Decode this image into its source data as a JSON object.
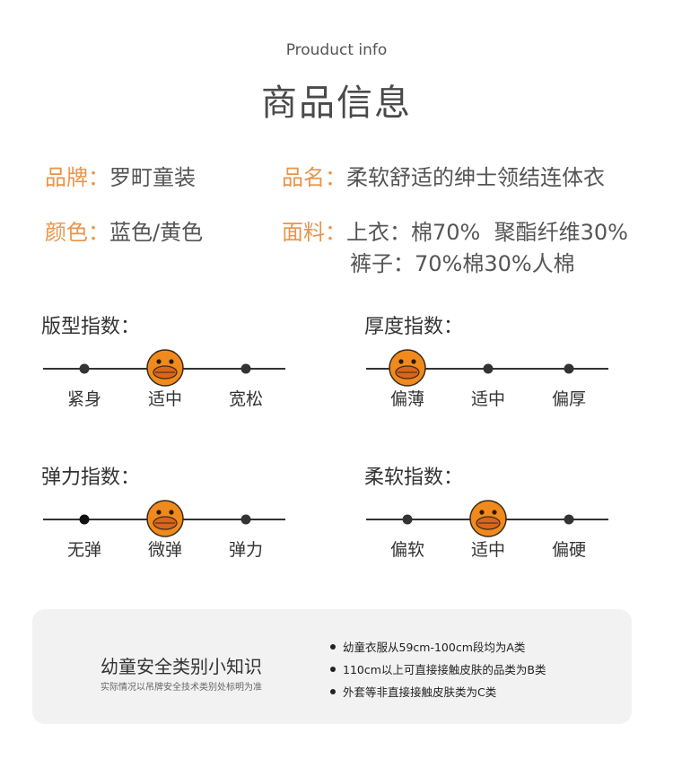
{
  "header": {
    "subtitle": "Prouduct info",
    "title": "商品信息"
  },
  "attributes": {
    "brand": {
      "label": "品牌：",
      "value": "罗町童装"
    },
    "name": {
      "label": "品名：",
      "value": "柔软舒适的绅士领结连体衣"
    },
    "color": {
      "label": "颜色：",
      "value": "蓝色/黄色"
    },
    "fabric": {
      "label": "面料：",
      "value_line1": "上衣：棉70%  聚酯纤维30%",
      "value_line2": "裤子：70%棉30%人棉"
    }
  },
  "indicators": [
    {
      "label": "版型指数：",
      "options": [
        "紧身",
        "适中",
        "宽松"
      ],
      "selected_index": 1
    },
    {
      "label": "厚度指数：",
      "options": [
        "偏薄",
        "适中",
        "偏厚"
      ],
      "selected_index": 0
    },
    {
      "label": "弹力指数：",
      "options": [
        "无弹",
        "微弹",
        "弹力"
      ],
      "selected_index": 1
    },
    {
      "label": "柔软指数：",
      "options": [
        "偏软",
        "适中",
        "偏硬"
      ],
      "selected_index": 1
    }
  ],
  "safety": {
    "title": "幼童安全类别小知识",
    "subtitle": "实际情况以吊牌安全技术类别处标明为准",
    "items": [
      "幼童衣服从59cm-100cm段均为A类",
      "110cm以上可直接接触皮肤的品类为B类",
      "外套等非直接接触皮肤类为C类"
    ]
  },
  "colors": {
    "accent": "#e9944a",
    "duck_orange": "#f08a1c",
    "panel_bg": "#f2f2f2"
  },
  "icons": {
    "selector": "duck-icon",
    "bullet": "bullet-dot"
  }
}
